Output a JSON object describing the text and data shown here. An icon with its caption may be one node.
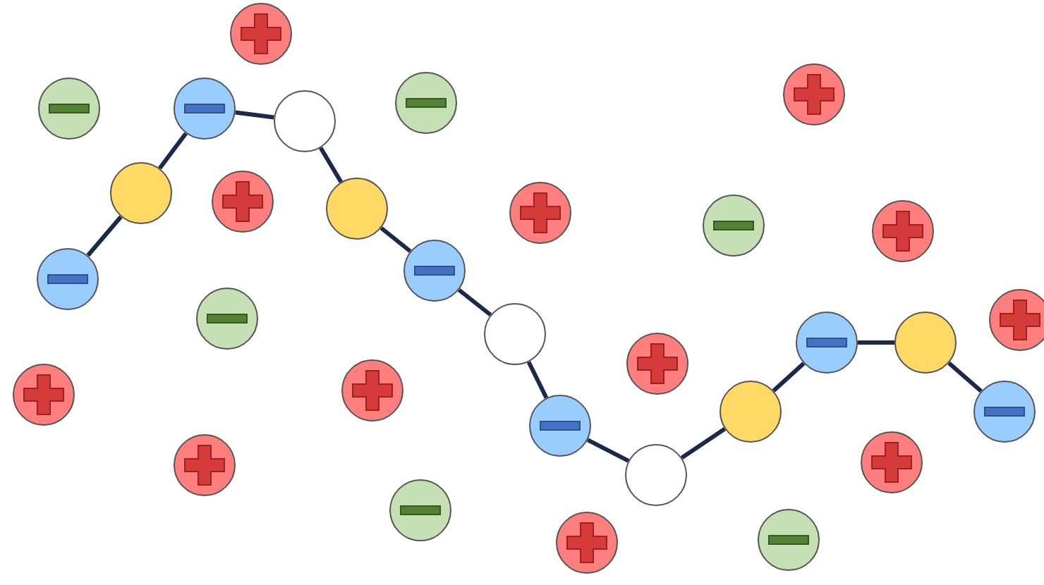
{
  "diagram": {
    "nodes": [
      {
        "text": [],
        "shape": "circle"
      },
      {
        "text": [],
        "shape": "circle"
      },
      {
        "text": [],
        "shape": "circle"
      },
      {
        "text": [],
        "shape": "circle"
      },
      {
        "text": [],
        "shape": "circle"
      },
      {
        "text": [],
        "shape": "circle"
      },
      {
        "text": [],
        "shape": "circle"
      },
      {
        "text": [],
        "shape": "circle"
      },
      {
        "text": [],
        "shape": "circle"
      },
      {
        "text": [],
        "shape": "circle"
      },
      {
        "text": [],
        "shape": "circle"
      },
      {
        "text": [],
        "shape": "circle"
      },
      {
        "text": [],
        "shape": "circle"
      },
      {
        "text": [],
        "shape": "circle"
      },
      {
        "text": [],
        "shape": "circle"
      },
      {
        "text": [],
        "shape": "circle"
      },
      {
        "text": [],
        "shape": "circle"
      },
      {
        "text": [],
        "shape": "circle"
      },
      {
        "text": [],
        "shape": "circle"
      },
      {
        "text": [],
        "shape": "circle"
      },
      {
        "text": [],
        "shape": "circle"
      },
      {
        "text": [],
        "shape": "circle"
      },
      {
        "text": [],
        "shape": "circle"
      },
      {
        "text": [],
        "shape": "circle"
      },
      {
        "text": [],
        "shape": "circle"
      },
      {
        "text": [],
        "shape": "circle"
      },
      {
        "text": [],
        "shape": "circle"
      },
      {
        "text": [],
        "shape": "circle"
      },
      {
        "text": [],
        "shape": "circle"
      },
      {
        "text": [],
        "shape": "circle"
      },
      {
        "text": [],
        "shape": "circle"
      }
    ],
    "edges": [
      {
        "from": 0,
        "to": 1,
        "arrow": "none"
      },
      {
        "from": 1,
        "to": 2,
        "arrow": "none"
      },
      {
        "from": 2,
        "to": 3,
        "arrow": "none"
      },
      {
        "from": 3,
        "to": 4,
        "arrow": "none"
      },
      {
        "from": 4,
        "to": 5,
        "arrow": "none"
      },
      {
        "from": 5,
        "to": 6,
        "arrow": "none"
      },
      {
        "from": 6,
        "to": 7,
        "arrow": "none"
      },
      {
        "from": 7,
        "to": 8,
        "arrow": "none"
      },
      {
        "from": 8,
        "to": 9,
        "arrow": "none"
      },
      {
        "from": 9,
        "to": 10,
        "arrow": "none"
      },
      {
        "from": 10,
        "to": 11,
        "arrow": "none"
      },
      {
        "from": 11,
        "to": 12,
        "arrow": "none"
      }
    ]
  }
}
